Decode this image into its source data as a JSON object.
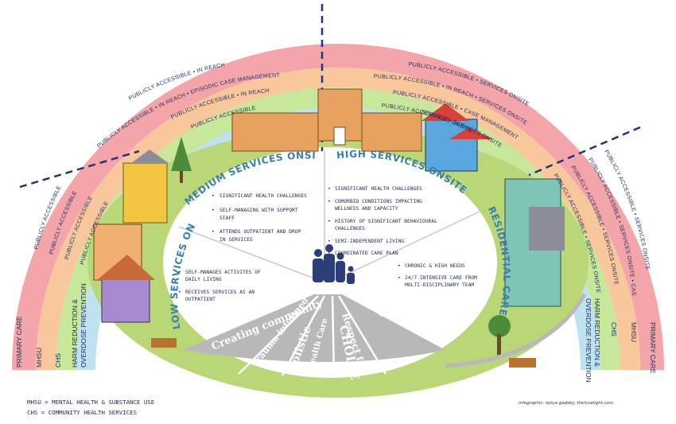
{
  "left_arc_labels": [
    "PUBLICLY ACCESSIBLE",
    "PUBLICLY ACCESSIBLE",
    "PUBLICLY ACCESSIBLE",
    "PUBLICLY ACCESSIBLE"
  ],
  "left_band_names": [
    "PRIMARY CARE",
    "MHSU",
    "CHS",
    "HARM REDUCTION &",
    "OVERDOSE PREVENTION"
  ],
  "mid_arc_labels": [
    "PUBLICLY ACCESSIBLE  •  IN REACH",
    "PUBLICLY ACCESSIBLE  •  IN REACH  •  EPISODIC CASE MANAGEMENT",
    "PUBLICLY ACCESSIBLE  •  IN REACH",
    "PUBLICLY ACCESSIBLE"
  ],
  "right_top_arc_labels": [
    "PUBLICLY ACCESSIBLE  •  SERVICES ONSITE",
    "PUBLICLY ACCESSIBLE  •  IN REACH  •  SERVICES ONSITE",
    "PUBLICLY ACCESSIBLE  •  CASE MANAGEMENT",
    "PUBLICLY ACCESSIBLE  •  SERVICES ONSITE"
  ],
  "right_top_inner": "SERVICES ONSITE",
  "right_side_labels": [
    "PUBLICLY ACCESSIBLE  •  SERVICES ONSITE",
    "PUBLICLY ACCESSIBLE  •  SERVICES ONSITE • CASE MANAGEMENT",
    "PUBLICLY ACCESSIBLE  •  SERVICES ONSITE",
    "PUBLICLY ACCESSIBLE  •  SERVICES ONSITE"
  ],
  "right_band_names": [
    "PRIMARY CARE",
    "MHSU",
    "CHS",
    "HARM REDUCTION &",
    "OVERDOSE PREVENTION"
  ],
  "sections": {
    "low": {
      "title": "LOW SERVICES ONSITE",
      "bullets": [
        "SELF-MANAGES ACTIVITES OF",
        "DAILY LIVING",
        "RECEIVES SERVICES AS AN",
        "OUTPATIENT"
      ]
    },
    "medium": {
      "title": "MEDIUM SERVICES ONSITE",
      "bullets": [
        "SIGNIFICANT HEALTH CHALLENGES",
        "SELF-MANAGING WITH SUPPORT",
        "STAFF",
        "ATTENDS OUTPATIENT AND DROP",
        "IN SERVICES"
      ]
    },
    "high": {
      "title": "HIGH SERVICES ONSITE",
      "bullets": [
        "SIGNIFICANT HEALTH CHALLENGES",
        "COMORBID CONDITIONS IMPACTING",
        "WELLNESS AND CAPACITY",
        "HISTORY OF SIGNIFICANT BEHAVIOURAL",
        "CHALLENGES",
        "SEMI-INDEPENDENT LIVING",
        "COORDINATED CARE PLAN"
      ]
    },
    "residential": {
      "title": "RESIDENTIAL CARE",
      "bullets": [
        "CHRONIC & HIGH NEEDS",
        "24/7 INTENSIVE CARE FROM",
        "MULTI-DISCIPLINARY TEAM"
      ]
    }
  },
  "paths": {
    "creating": "Creating community",
    "trauma": "Trauma informed",
    "holistic_1": "Holistic",
    "holistic_2": "Health Care",
    "respect_1": "Respect for",
    "respect_2": "CHOICE",
    "indigenous": "Indigenous led"
  },
  "footnote": {
    "line1": "MHSU = MENTAL HEALTH & SUBSTANCE USE",
    "line2": "CHS = COMMUNITY HEALTH SERVICES"
  },
  "credit": "infographic: tonya gadsby, thefuselight.com",
  "colors": {
    "band_pink": "#f3a5aa",
    "band_peach": "#f8c89c",
    "band_green": "#c7e79a",
    "band_blue": "#bfe2f1",
    "ground": "#b9d777",
    "center": "#ffffff",
    "path_gray": "#b8b8b8",
    "title_blue": "#3a7fb0",
    "figure_navy": "#2c3e7a",
    "dash_navy": "#24357a"
  }
}
